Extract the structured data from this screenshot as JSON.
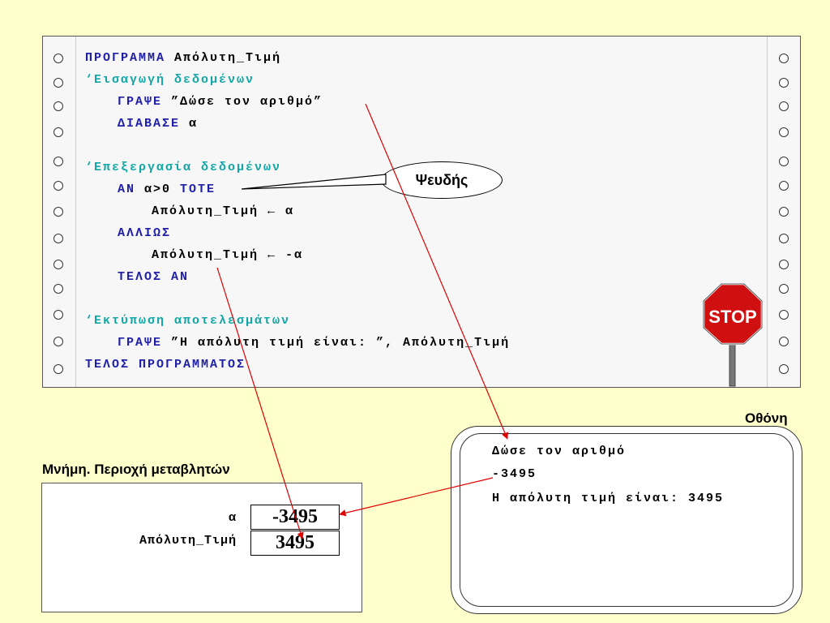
{
  "code": {
    "line1_kw": "ΠΡΟΓΡΑΜΜΑ",
    "line1_text": " Απόλυτη_Τιμή",
    "line2_comment": "‘Εισαγωγή δεδομένων",
    "line3_kw": "ΓΡΑΨΕ",
    "line3_text": " ”Δώσε τον αριθμό”",
    "line4_kw": "ΔΙΑΒΑΣΕ",
    "line4_text": " α",
    "line5_comment": "‘Επεξεργασία δεδομένων",
    "line6_kw1": "ΑΝ",
    "line6_text": " α>0 ",
    "line6_kw2": "ΤΟΤΕ",
    "line7_text": "Απόλυτη_Τιμή ← α",
    "line8_kw": "ΑΛΛΙΩΣ",
    "line9_text": "Απόλυτη_Τιμή ← -α",
    "line10_kw": "ΤΕΛΟΣ ΑΝ",
    "line11_comment": "‘Εκτύπωση αποτελεσμάτων",
    "line12_kw": "ΓΡΑΨΕ",
    "line12_text": " ”Η απόλυτη τιμή είναι: ”, Απόλυτη_Τιμή",
    "line13_kw": "ΤΕΛΟΣ ΠΡΟΓΡΑΜΜΑΤΟΣ"
  },
  "callout": "Ψευδής",
  "stop_sign": "STOP",
  "memory": {
    "title": "Μνήμη. Περιοχή μεταβλητών",
    "vars": [
      {
        "name": "α",
        "value": "-3495"
      },
      {
        "name": "Απόλυτη_Τιμή",
        "value": "3495"
      }
    ]
  },
  "screen": {
    "title": "Οθόνη",
    "lines": [
      "Δώσε τον αριθμό",
      "-3495",
      "Η απόλυτη τιμή είναι: 3495"
    ]
  },
  "colors": {
    "background": "#FFFFCC",
    "keyword": "#1F1FA8",
    "comment": "#12A6A6",
    "arrow": "#E00000",
    "stop": "#D01010"
  }
}
